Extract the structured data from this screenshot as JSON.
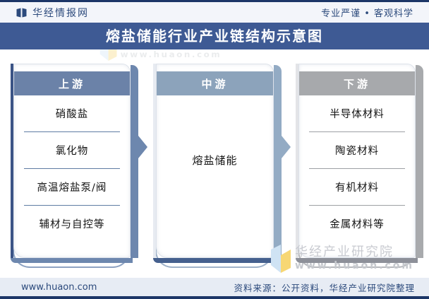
{
  "header": {
    "brand": "华经情报网",
    "slogan": "专业严谨 • 客观科学"
  },
  "title": "熔盐储能行业产业链结构示意图",
  "diagram": {
    "columns": [
      {
        "label": "上游",
        "items": [
          "硝酸盐",
          "氯化物",
          "高温熔盐泵/阀",
          "辅材与自控等"
        ],
        "header_color": "#6b82a8",
        "accent_color": "#6d87ae",
        "divider_color": "#5f7ca3",
        "left_bar_color": "#3b5486",
        "bottom_color": "#6d87ae",
        "echo_color": "#8ea3c2"
      },
      {
        "label": "中游",
        "items": [
          "熔盐储能"
        ],
        "header_color": "#8ca3bb",
        "accent_color": "#93abc4",
        "divider_color": "#93abc4",
        "left_bar_color": "#e7ebf1",
        "bottom_color": "#45608e",
        "echo_color": "#9fb2c9"
      },
      {
        "label": "下游",
        "items": [
          "半导体材料",
          "陶瓷材料",
          "有机材料",
          "金属材料等"
        ],
        "header_color": "#a7a9ac",
        "accent_color": "#a8aaad",
        "divider_color": "#9da0a4",
        "left_bar_color": "#e3e4e7",
        "bottom_color": "#8d9099",
        "echo_color": "#b6b8bc"
      }
    ]
  },
  "watermark": {
    "name": "华经产业研究院",
    "url": "www.huaon.com"
  },
  "footer": {
    "site": "www.huaon.com",
    "source": "资料来源：公开资料，华经产业研究院整理"
  },
  "colors": {
    "title_bar": "#3e5a94",
    "navy_line": "#1c3667",
    "header_bg": "#f3f5fa",
    "footer_bg": "#e7ecf4",
    "text_navy": "#2c4a7c"
  }
}
